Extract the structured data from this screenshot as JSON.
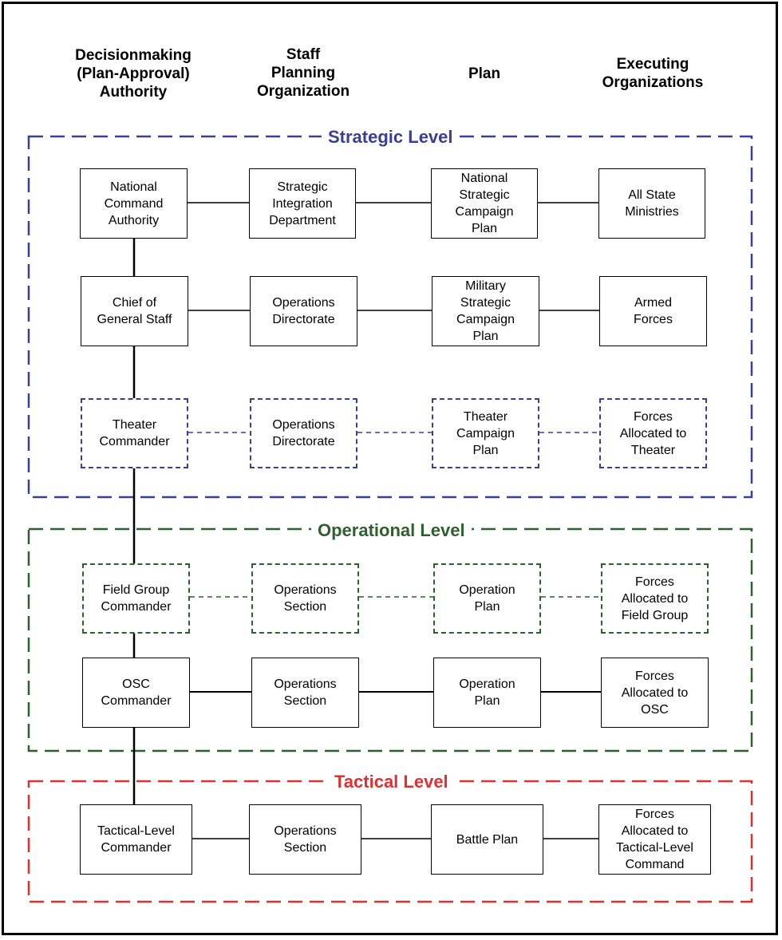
{
  "headers": [
    {
      "text": "Decisionmaking\n(Plan-Approval)\nAuthority"
    },
    {
      "text": "Staff\nPlanning\nOrganization"
    },
    {
      "text": "Plan"
    },
    {
      "text": "Executing\nOrganizations"
    }
  ],
  "levels": [
    {
      "label": "Strategic Level",
      "color": "#3b3f93"
    },
    {
      "label": "Operational Level",
      "color": "#2f5f2f"
    },
    {
      "label": "Tactical Level",
      "color": "#e03030"
    }
  ],
  "rows": [
    {
      "level": "strategic",
      "style": "solid",
      "cells": [
        "National\nCommand\nAuthority",
        "Strategic\nIntegration\nDepartment",
        "National\nStrategic\nCampaign\nPlan",
        "All State\nMinistries"
      ]
    },
    {
      "level": "strategic",
      "style": "solid",
      "cells": [
        "Chief of\nGeneral Staff",
        "Operations\nDirectorate",
        "Military\nStrategic\nCampaign\nPlan",
        "Armed\nForces"
      ]
    },
    {
      "level": "strategic",
      "style": "dashed",
      "cells": [
        "Theater\nCommander",
        "Operations\nDirectorate",
        "Theater\nCampaign\nPlan",
        "Forces\nAllocated to\nTheater"
      ]
    },
    {
      "level": "operational",
      "style": "dashed",
      "cells": [
        "Field Group\nCommander",
        "Operations\nSection",
        "Operation\nPlan",
        "Forces\nAllocated to\nField Group"
      ]
    },
    {
      "level": "operational",
      "style": "solid",
      "cells": [
        "OSC\nCommander",
        "Operations\nSection",
        "Operation\nPlan",
        "Forces\nAllocated to\nOSC"
      ]
    },
    {
      "level": "tactical",
      "style": "solid",
      "cells": [
        "Tactical-Level\nCommander",
        "Operations\nSection",
        "Battle Plan",
        "Forces\nAllocated to\nTactical-Level\nCommand"
      ]
    }
  ]
}
